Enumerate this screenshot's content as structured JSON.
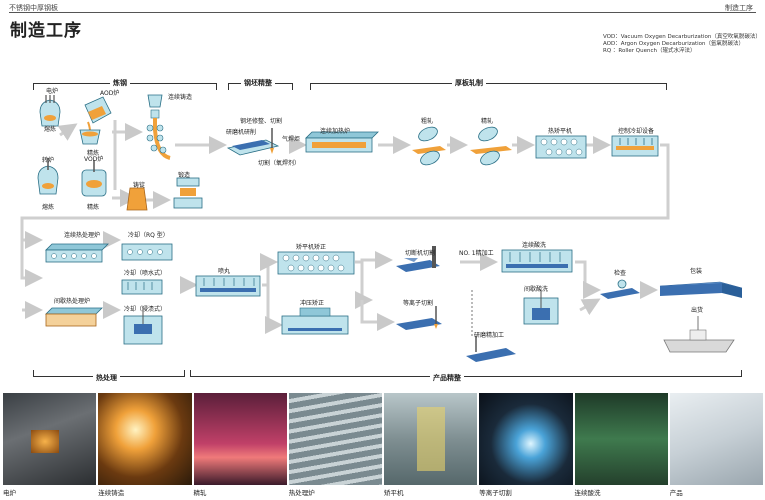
{
  "header": {
    "category_left": "不锈钢中厚钢板",
    "category_right": "制造工序",
    "title": "制造工序"
  },
  "legend": [
    "VOD：Vacuum Oxygen Decarburization（真空吹氧脱碳法）",
    "AOD：Argon Oxygen Decarburization（氩氧脱碳法）",
    "RQ ：Roller Quench（辊式水淬法）"
  ],
  "sections": {
    "steelmaking": "炼钢",
    "slab_finishing": "钢坯精整",
    "plate_rolling": "厚板轧制",
    "heat_treatment": "热处理",
    "product_finishing": "产品精整"
  },
  "labels": {
    "electric_furnace": "电炉",
    "melting": "熔炼",
    "aod_furnace": "AOD炉",
    "refining1": "精炼",
    "continuous_casting": "连续铸造",
    "converter": "转炉",
    "melting2": "熔炼",
    "vod_furnace": "VOD炉",
    "refining2": "精炼",
    "ingot_casting": "铸锭",
    "forging": "锻造",
    "slab_repair": "钢坯修整、切割",
    "grinding": "研磨机研削",
    "gas_cutting": "气焊炬",
    "cutting_oxygen": "切割（氧焊剂）",
    "cont_furnace": "连续加热炉",
    "rough_rolling": "粗轧",
    "finish_rolling": "精轧",
    "hot_leveler": "热矫平机",
    "controlled_cooling": "控制冷却设备",
    "cont_heat_treat": "连续热处理炉",
    "cooling_rq": "冷却（RQ 型）",
    "cooling_spray": "冷却（喷水式）",
    "batch_heat_treat": "间歇热处理炉",
    "cooling_immersion": "冷却（浸渍式）",
    "shot_blast": "喷丸",
    "leveler": "矫平机矫正",
    "press_straight": "冲压矫正",
    "shear_cut": "切断机切割",
    "plasma_cut": "等离子切割",
    "no1_finish": "NO. 1精加工",
    "cont_pickling": "连续酸洗",
    "batch_pickling": "间歇酸洗",
    "grinding_finish": "研磨精加工",
    "inspection": "检查",
    "packing": "包装",
    "shipping": "出货"
  },
  "photos": [
    {
      "caption": "电炉",
      "icon": "electric-furnace-photo"
    },
    {
      "caption": "连续铸造",
      "icon": "continuous-casting-photo"
    },
    {
      "caption": "精轧",
      "icon": "finish-rolling-photo"
    },
    {
      "caption": "热处理炉",
      "icon": "heat-treatment-furnace-photo"
    },
    {
      "caption": "矫平机",
      "icon": "leveler-photo"
    },
    {
      "caption": "等离子切割",
      "icon": "plasma-cutting-photo"
    },
    {
      "caption": "连续酸洗",
      "icon": "continuous-pickling-photo"
    },
    {
      "caption": "产品",
      "icon": "product-photo"
    }
  ],
  "colors": {
    "equipment_fill": "#bfe3ec",
    "equipment_stroke": "#2a6f86",
    "arrow_gray": "#c9c9c9",
    "hot_orange": "#f0a13a",
    "plate_blue": "#3b6fb0"
  }
}
